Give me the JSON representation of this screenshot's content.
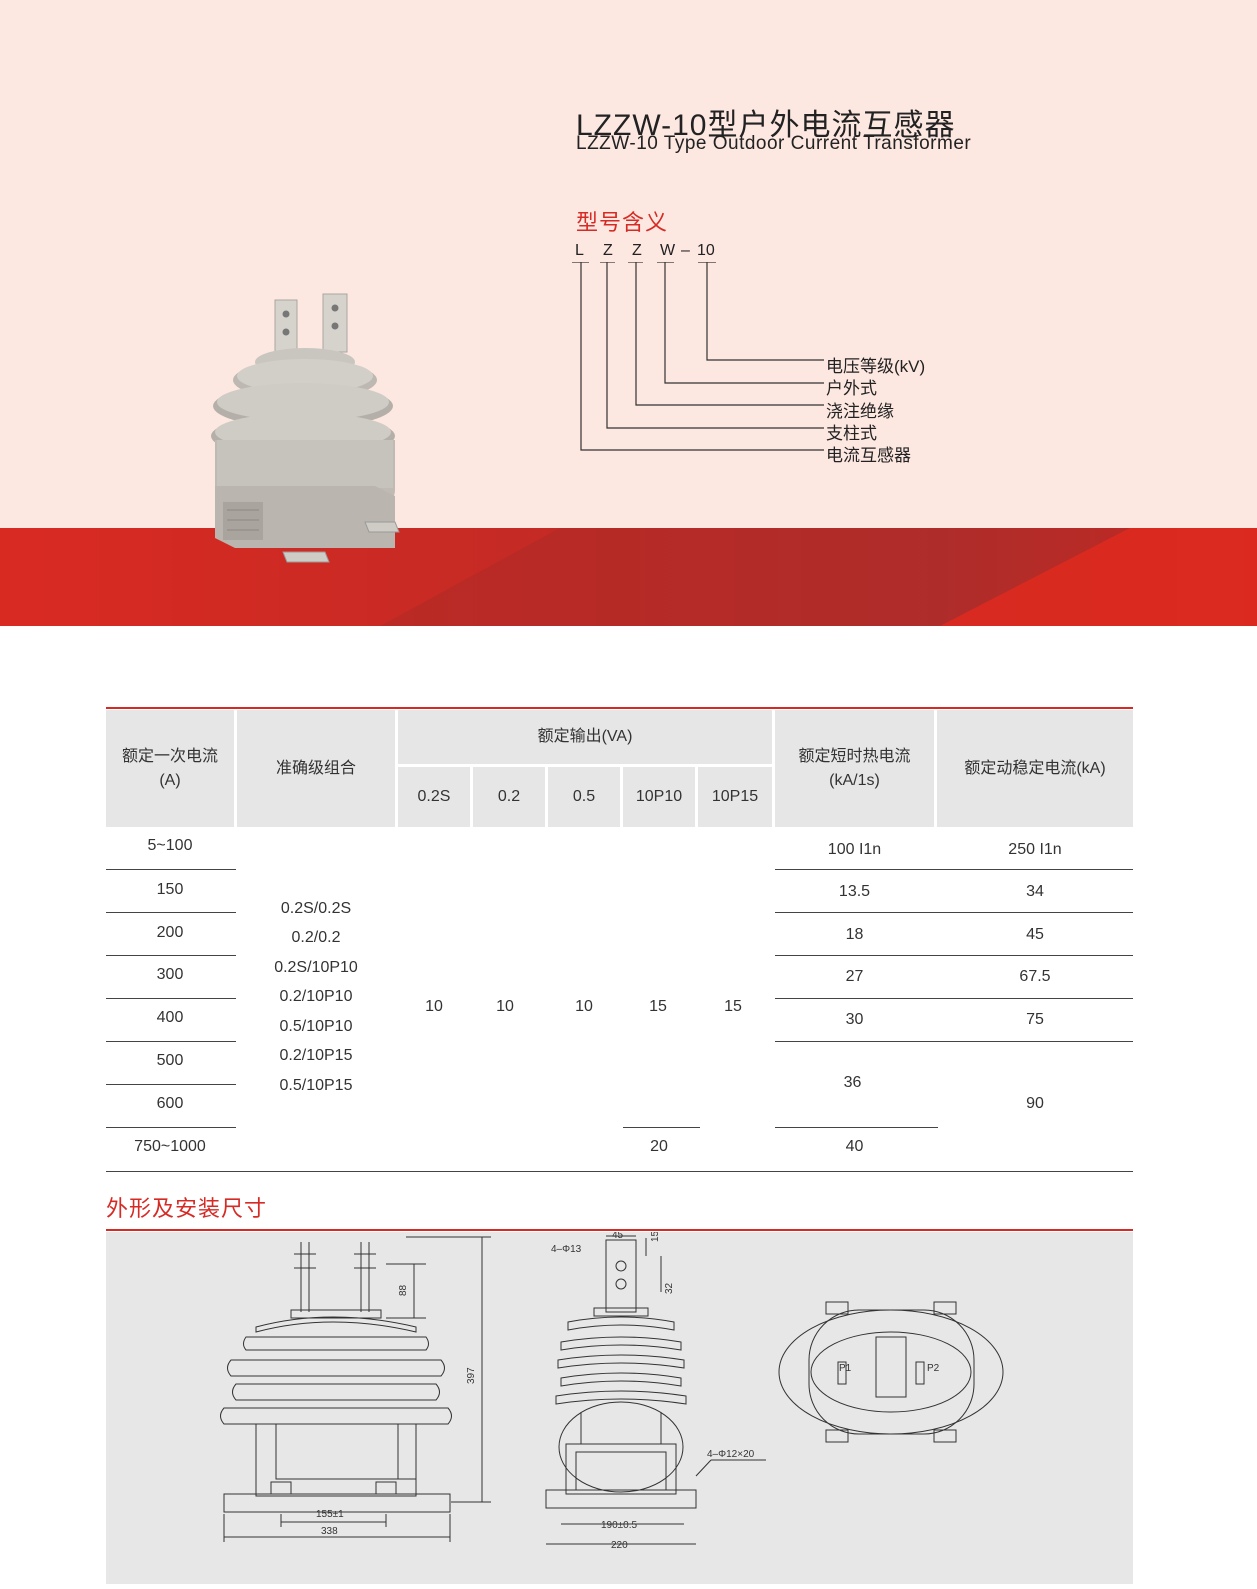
{
  "header": {
    "title_cn": "LZZW-10型户外电流互感器",
    "title_en": "LZZW-10 Type Outdoor Current Transformer"
  },
  "model_meaning": {
    "heading": "型号含义",
    "letters": [
      "L",
      "Z",
      "Z",
      "W",
      "–",
      "10"
    ],
    "legend": [
      "电压等级(kV)",
      "户外式",
      "浇注绝缘",
      "支柱式",
      "电流互感器"
    ]
  },
  "spec_table": {
    "headers": {
      "rated_primary_current": [
        "额定一次电流",
        "(A)"
      ],
      "accuracy_combo": "准确级组合",
      "rated_output": "额定输出(VA)",
      "output_classes": [
        "0.2S",
        "0.2",
        "0.5",
        "10P10",
        "10P15"
      ],
      "short_time_current": [
        "额定短时热电流",
        "(kA/1s)"
      ],
      "dynamic_current": "额定动稳定电流(kA)"
    },
    "primary_currents": [
      "5~100",
      "150",
      "200",
      "300",
      "400",
      "500",
      "600",
      "750~1000"
    ],
    "accuracy_combos": [
      "0.2S/0.2S",
      "0.2/0.2",
      "0.2S/10P10",
      "0.2/10P10",
      "0.5/10P10",
      "0.2/10P15",
      "0.5/10P15"
    ],
    "outputs": [
      "10",
      "10",
      "10",
      "15",
      "15"
    ],
    "output_10p10_last": "20",
    "thermal": [
      "100 I1n",
      "13.5",
      "18",
      "27",
      "30",
      "36",
      "40"
    ],
    "dynamic": [
      "250 I1n",
      "34",
      "45",
      "67.5",
      "75",
      "90"
    ]
  },
  "dimensions": {
    "heading": "外形及安装尺寸",
    "front": {
      "d88": "88",
      "d397": "397",
      "d155": "155±1",
      "d338": "338"
    },
    "side": {
      "holes_top": "4–Φ13",
      "d45": "45",
      "d15": "15",
      "d32": "32",
      "holes_base": "4–Φ12×20",
      "d190": "190±0.5",
      "d220": "220"
    },
    "top": {
      "p1": "P1",
      "p2": "P2"
    }
  },
  "colors": {
    "accent": "#d62b25",
    "hero_bg": "#fde7e1",
    "drawing_bg": "#e7e7e7"
  }
}
